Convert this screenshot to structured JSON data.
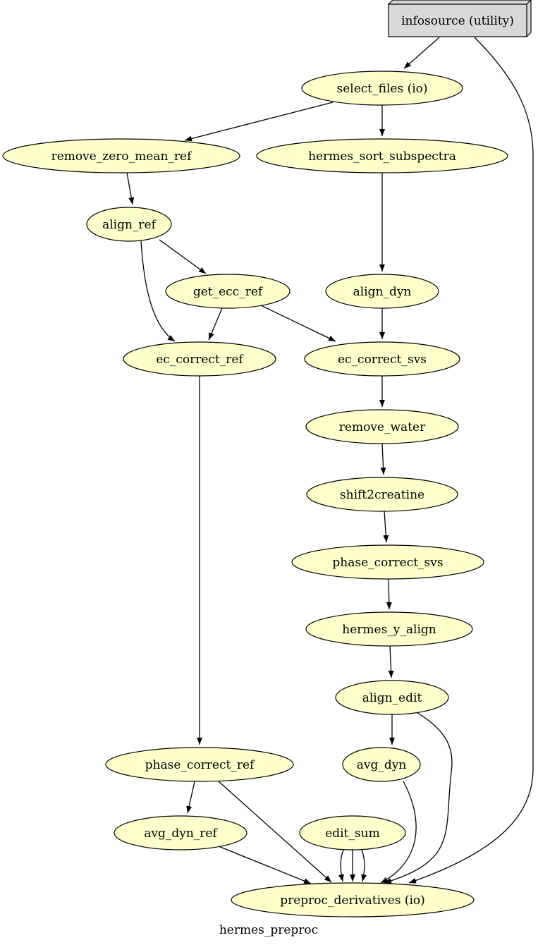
{
  "graph": {
    "label": "hermes_preproc",
    "colors": {
      "node_fill": "#ffffcc",
      "utility_fill": "#d9d9d9",
      "stroke": "#000000"
    },
    "nodes": [
      {
        "id": "infosource",
        "label": "infosource (utility)",
        "shape": "box3d"
      },
      {
        "id": "select_files",
        "label": "select_files (io)",
        "shape": "ellipse"
      },
      {
        "id": "remove_zero_mean_ref",
        "label": "remove_zero_mean_ref",
        "shape": "ellipse"
      },
      {
        "id": "hermes_sort_subspectra",
        "label": "hermes_sort_subspectra",
        "shape": "ellipse"
      },
      {
        "id": "align_ref",
        "label": "align_ref",
        "shape": "ellipse"
      },
      {
        "id": "get_ecc_ref",
        "label": "get_ecc_ref",
        "shape": "ellipse"
      },
      {
        "id": "align_dyn",
        "label": "align_dyn",
        "shape": "ellipse"
      },
      {
        "id": "ec_correct_ref",
        "label": "ec_correct_ref",
        "shape": "ellipse"
      },
      {
        "id": "ec_correct_svs",
        "label": "ec_correct_svs",
        "shape": "ellipse"
      },
      {
        "id": "remove_water",
        "label": "remove_water",
        "shape": "ellipse"
      },
      {
        "id": "shift2creatine",
        "label": "shift2creatine",
        "shape": "ellipse"
      },
      {
        "id": "phase_correct_svs",
        "label": "phase_correct_svs",
        "shape": "ellipse"
      },
      {
        "id": "hermes_y_align",
        "label": "hermes_y_align",
        "shape": "ellipse"
      },
      {
        "id": "align_edit",
        "label": "align_edit",
        "shape": "ellipse"
      },
      {
        "id": "phase_correct_ref",
        "label": "phase_correct_ref",
        "shape": "ellipse"
      },
      {
        "id": "avg_dyn",
        "label": "avg_dyn",
        "shape": "ellipse"
      },
      {
        "id": "avg_dyn_ref",
        "label": "avg_dyn_ref",
        "shape": "ellipse"
      },
      {
        "id": "edit_sum",
        "label": "edit_sum",
        "shape": "ellipse"
      },
      {
        "id": "preproc_derivatives",
        "label": "preproc_derivatives (io)",
        "shape": "ellipse"
      }
    ],
    "edges": [
      {
        "from": "infosource",
        "to": "select_files"
      },
      {
        "from": "infosource",
        "to": "preproc_derivatives"
      },
      {
        "from": "select_files",
        "to": "remove_zero_mean_ref"
      },
      {
        "from": "select_files",
        "to": "hermes_sort_subspectra"
      },
      {
        "from": "remove_zero_mean_ref",
        "to": "align_ref"
      },
      {
        "from": "align_ref",
        "to": "get_ecc_ref"
      },
      {
        "from": "align_ref",
        "to": "ec_correct_ref"
      },
      {
        "from": "get_ecc_ref",
        "to": "ec_correct_ref"
      },
      {
        "from": "get_ecc_ref",
        "to": "ec_correct_svs"
      },
      {
        "from": "hermes_sort_subspectra",
        "to": "align_dyn"
      },
      {
        "from": "align_dyn",
        "to": "ec_correct_svs"
      },
      {
        "from": "ec_correct_svs",
        "to": "remove_water"
      },
      {
        "from": "remove_water",
        "to": "shift2creatine"
      },
      {
        "from": "shift2creatine",
        "to": "phase_correct_svs"
      },
      {
        "from": "phase_correct_svs",
        "to": "hermes_y_align"
      },
      {
        "from": "hermes_y_align",
        "to": "align_edit"
      },
      {
        "from": "align_edit",
        "to": "avg_dyn"
      },
      {
        "from": "align_edit",
        "to": "preproc_derivatives"
      },
      {
        "from": "ec_correct_ref",
        "to": "phase_correct_ref"
      },
      {
        "from": "phase_correct_ref",
        "to": "avg_dyn_ref"
      },
      {
        "from": "phase_correct_ref",
        "to": "preproc_derivatives"
      },
      {
        "from": "avg_dyn",
        "to": "edit_sum"
      },
      {
        "from": "avg_dyn",
        "to": "preproc_derivatives"
      },
      {
        "from": "avg_dyn_ref",
        "to": "preproc_derivatives"
      },
      {
        "from": "edit_sum",
        "to": "preproc_derivatives"
      },
      {
        "from": "edit_sum",
        "to": "preproc_derivatives"
      },
      {
        "from": "edit_sum",
        "to": "preproc_derivatives"
      }
    ]
  }
}
